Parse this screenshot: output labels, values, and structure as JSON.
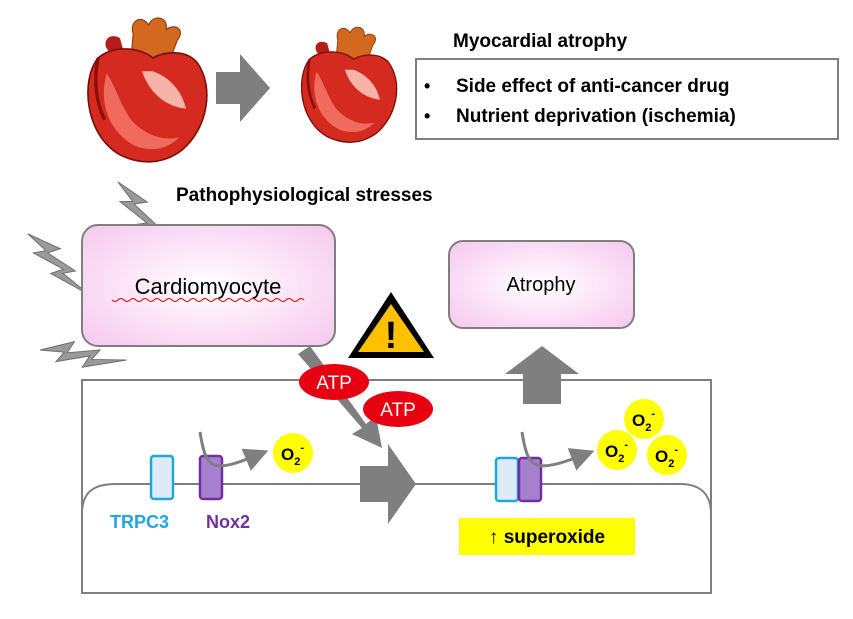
{
  "title": "Myocardial atrophy",
  "causes": [
    "Side effect of anti-cancer drug",
    "Nutrient deprivation (ischemia)"
  ],
  "bullet": "•",
  "stress_label": "Pathophysiological stresses",
  "cell_label": "Cardiomyocyte",
  "outcome_label": "Atrophy",
  "warning_symbol": "!",
  "atp_label": "ATP",
  "channel_labels": {
    "trpc3": "TRPC3",
    "nox2": "Nox2"
  },
  "superoxide_symbol": {
    "base": "O",
    "sub": "2",
    "sup": "-"
  },
  "superoxide_increase": "↑ superoxide",
  "colors": {
    "heart": "#d42a1f",
    "heart_dark": "#8a0f0a",
    "aorta": "#d2691e",
    "cell_box": "#fde0f7",
    "atp": "#e60012",
    "superoxide": "#ffff00",
    "trpc3": "#1ea6e0",
    "nox2": "#7030a0",
    "arrow": "#7f7f7f"
  },
  "icons": [
    "heart-icon",
    "lightning-icon",
    "warning-icon",
    "arrow-icon"
  ]
}
